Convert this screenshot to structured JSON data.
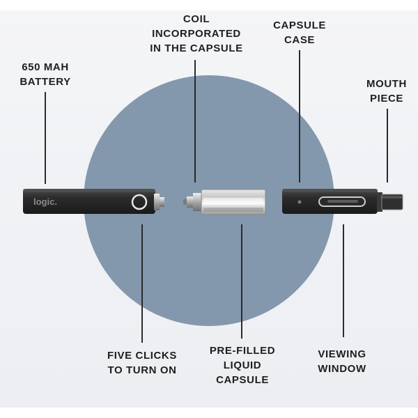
{
  "labels": {
    "battery": "650 MAH\nBATTERY",
    "coil": "COIL\nINCORPORATED\nIN THE CAPSULE",
    "capsule_case": "CAPSULE\nCASE",
    "mouth_piece": "MOUTH\nPIECE",
    "five_clicks": "FIVE CLICKS\nTO TURN ON",
    "prefilled": "PRE-FILLED\nLIQUID\nCAPSULE",
    "viewing_window": "VIEWING\nWINDOW"
  },
  "brand": "logic.",
  "colors": {
    "circle": "#8398ad",
    "device_body": "#2a2a2a",
    "text": "#1e1e1e"
  }
}
